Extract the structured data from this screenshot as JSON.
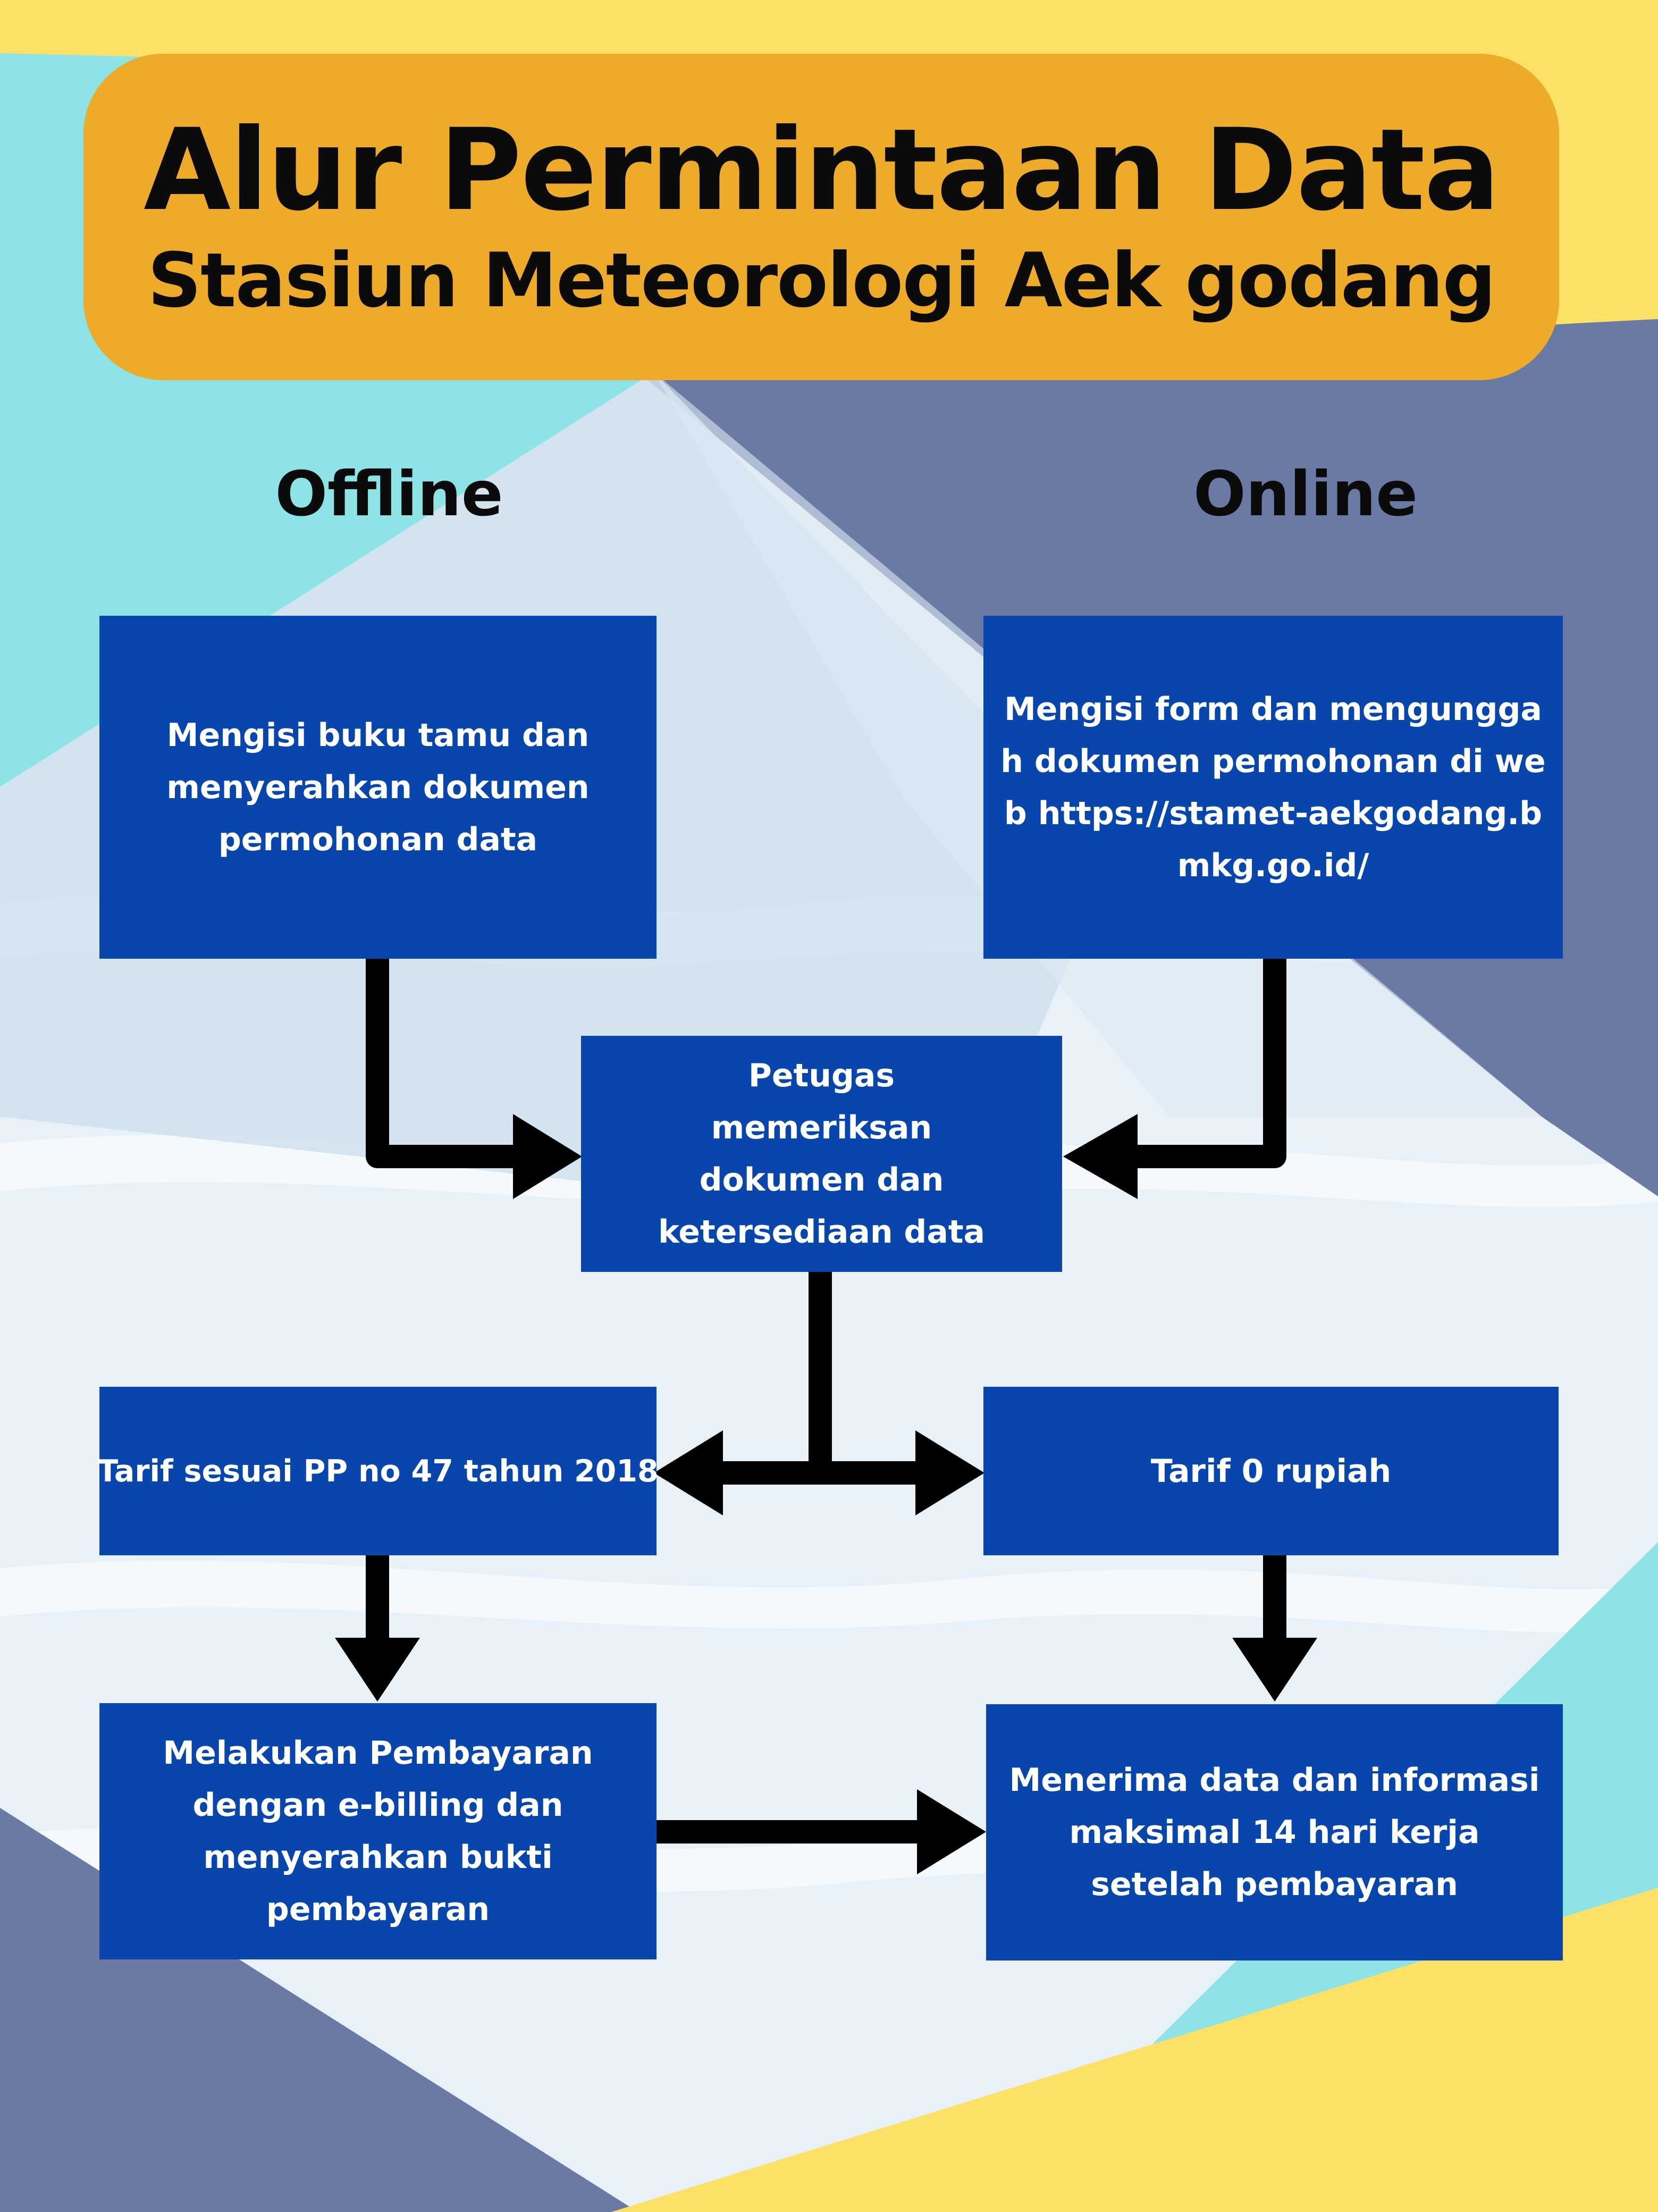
{
  "title": {
    "line1": "Alur Permintaan Data",
    "line2": "Stasiun Meteorologi Aek godang"
  },
  "columns": {
    "offline": "Offline",
    "online": "Online"
  },
  "steps": {
    "offline_form": "Mengisi buku tamu dan menyerahkan dokumen permohonan data",
    "online_form": "Mengisi form dan mengunggah dokumen permohonan di web https://stamet-aekgodang.bmkg.go.id/",
    "verification": "Petugas memeriksan dokumen dan ketersediaan data",
    "tariff_paid": "Tarif sesuai PP no 47 tahun 2018",
    "tariff_free": "Tarif 0 rupiah",
    "payment": "Melakukan Pembayaran dengan e-billing  dan menyerahkan bukti pembayaran",
    "receive_data": "Menerima data dan informasi maksimal 14 hari kerja setelah pembayaran"
  },
  "colors": {
    "banner": "#eeaa29",
    "box": "#0845ad",
    "yellow": "#fde066",
    "cyan": "#8de3e6",
    "slate": "#6b7aa5",
    "connector": "#000000"
  }
}
